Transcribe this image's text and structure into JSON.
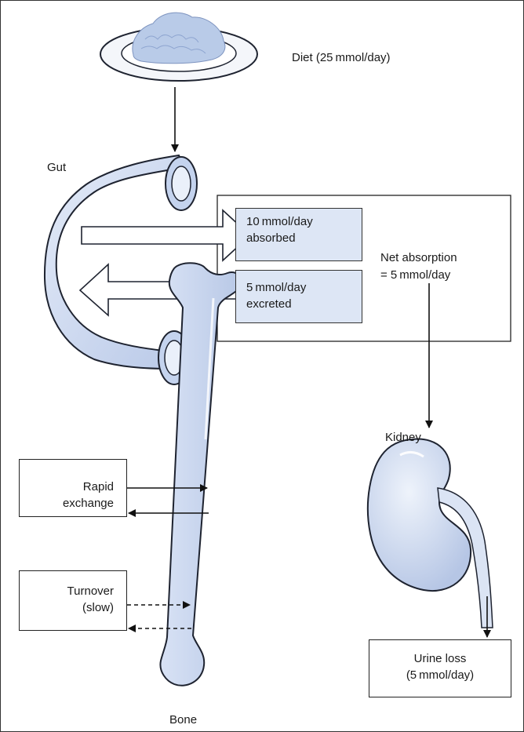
{
  "labels": {
    "diet": "Diet (25 mmol/day)",
    "gut": "Gut",
    "absorbed_line1": "10 mmol/day",
    "absorbed_line2": "absorbed",
    "excreted_line1": "5 mmol/day",
    "excreted_line2": "excreted",
    "net_line1": "Net absorption",
    "net_line2": "= 5 mmol/day",
    "kidney": "Kidney",
    "rapid_line1": "Rapid",
    "rapid_line2": "exchange",
    "turnover_line1": "Turnover",
    "turnover_line2": "(slow)",
    "urine_line1": "Urine loss",
    "urine_line2": "(5 mmol/day)",
    "bone": "Bone"
  },
  "colors": {
    "organ_fill": "#c9d7f0",
    "organ_stroke": "#1e2330",
    "box_fill": "#dde6f5",
    "arrow_band": "#ffffff"
  }
}
